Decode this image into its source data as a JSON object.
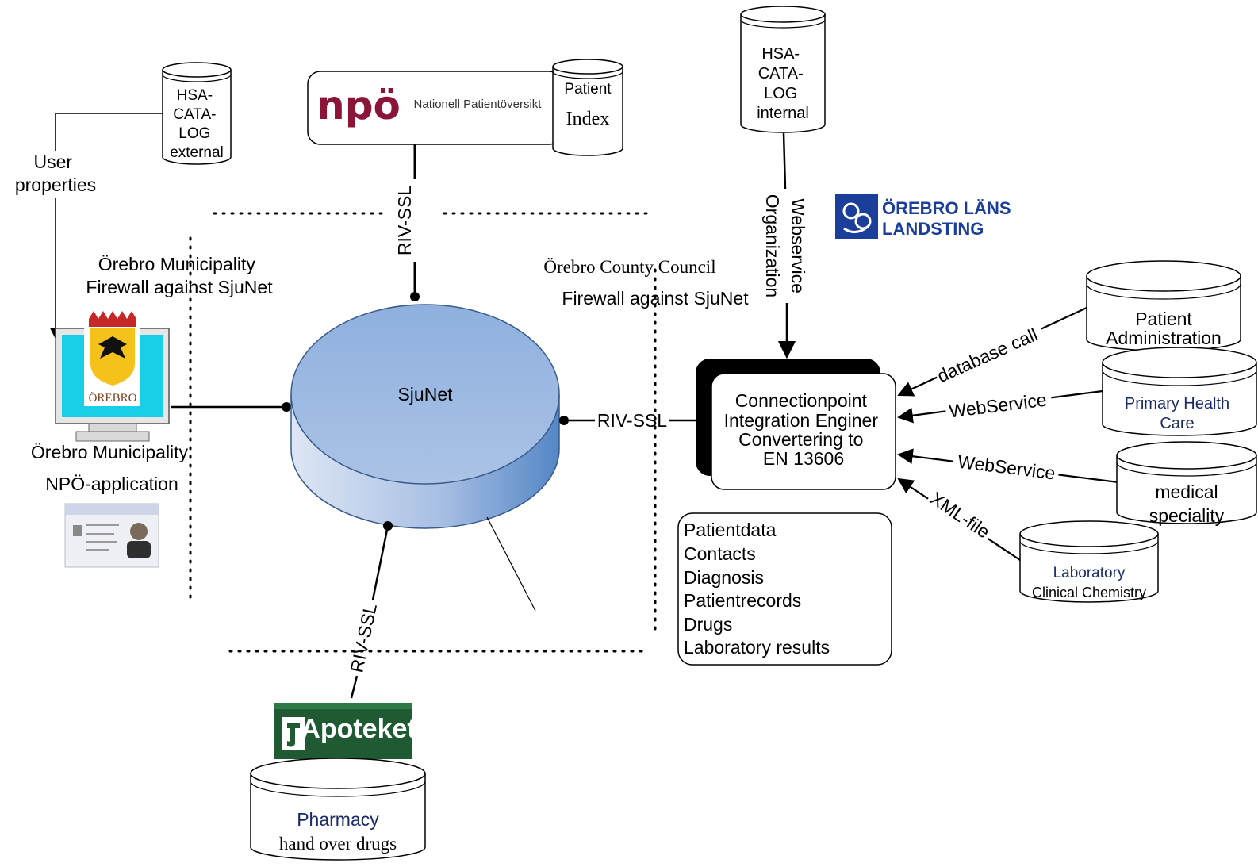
{
  "hsa_external": {
    "lines": [
      "HSA-",
      "CATA-",
      "LOG",
      "external"
    ]
  },
  "hsa_internal": {
    "lines": [
      "HSA-",
      "CATA-",
      "LOG",
      "internal"
    ]
  },
  "user_properties": {
    "lines": [
      "User",
      "properties"
    ]
  },
  "npo": {
    "logo_text": "npö",
    "name": "Nationell Patientöversikt"
  },
  "patient_index": {
    "line1": "Patient",
    "line2": "Index"
  },
  "riv_ssl_top": "RIV-SSL",
  "riv_ssl_right": "RIV-SSL",
  "riv_ssl_bottom": "RIV-SSL",
  "webservice_vertical": {
    "line1": "Webservice",
    "line2": "Organization"
  },
  "orebro_lans": {
    "line1": "ÖREBRO LÄNS",
    "line2": "LANDSTING"
  },
  "municipality_firewall": {
    "line1": "Örebro Municipality",
    "line2": "Firewall against SjuNet"
  },
  "county_firewall": {
    "line1": "Örebro County Council",
    "line2": "Firewall against SjuNet"
  },
  "sjunet": "SjuNet",
  "client": {
    "crest_text": "ÖREBRO",
    "line1": "Örebro Municipality",
    "line2": "NPÖ-application"
  },
  "connectionpoint": {
    "lines": [
      "Connectionpoint",
      "Integration Enginer",
      "Convertering to",
      "EN 13606"
    ]
  },
  "patientdata_box": {
    "items": [
      "Patientdata",
      "Contacts",
      "Diagnosis",
      "Patientrecords",
      "Drugs",
      "Laboratory results"
    ]
  },
  "connectors": {
    "database_call": "database call",
    "webservice_1": "WebService",
    "webservice_2": "WebService",
    "xml_file": "XML-file"
  },
  "patient_admin": {
    "line1": "Patient",
    "line2": "Administration"
  },
  "primary_health": {
    "line1": "Primary Health",
    "line2": "Care"
  },
  "medical_speciality": {
    "line1": "medical",
    "line2": "speciality"
  },
  "laboratory": {
    "line1": "Laboratory",
    "line2": "Clinical Chemistry"
  },
  "apoteket": "Apoteket",
  "pharmacy": {
    "line1": "Pharmacy",
    "line2": "hand over drugs"
  },
  "colors": {
    "npo_brand": "#8b1538",
    "sjunet_top": "#94b3df",
    "apoteket_green": "#1f5a33",
    "navy_text": "#1a2a66",
    "landsting_blue": "#1a3e9a"
  }
}
